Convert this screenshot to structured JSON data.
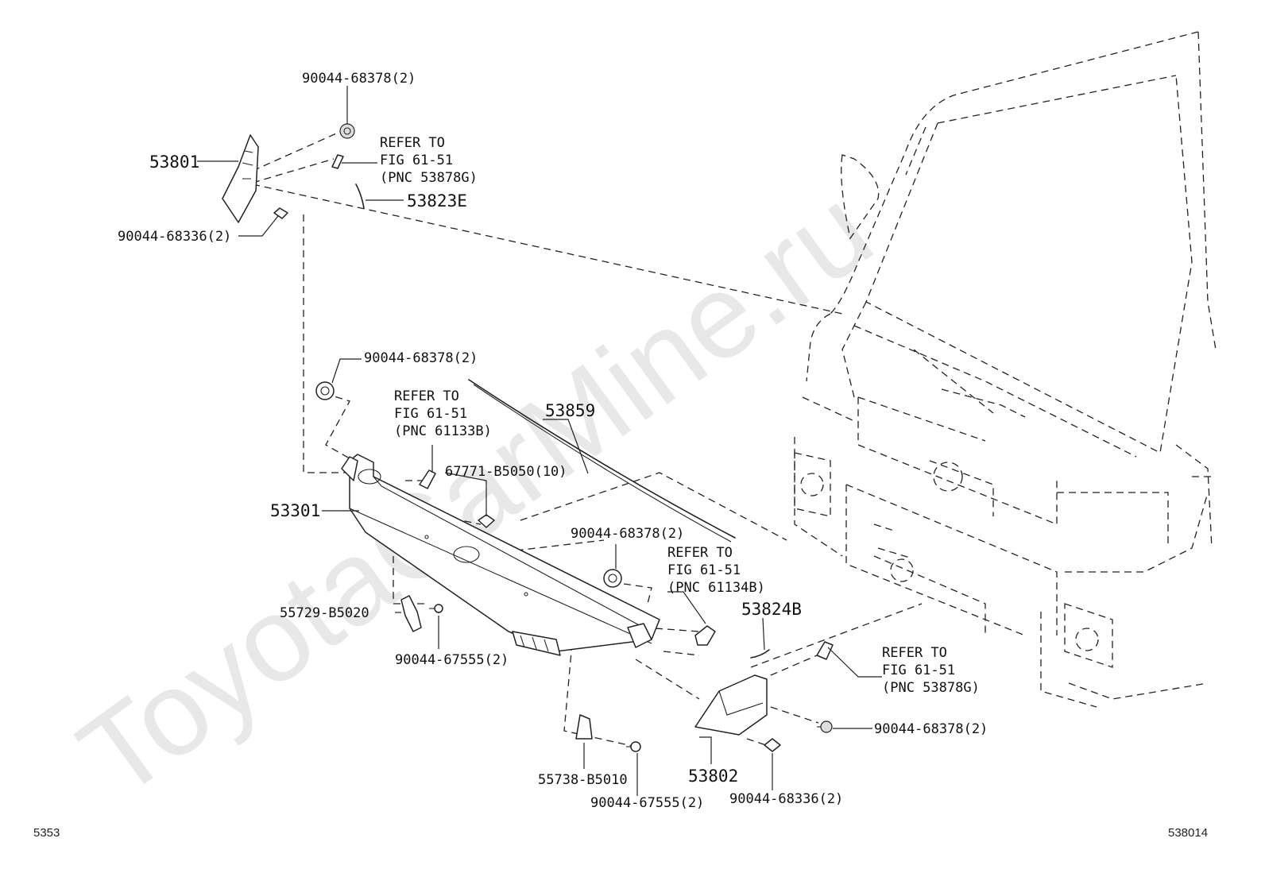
{
  "watermark": "ToyotaCarMine.ru",
  "corner": {
    "left": "5353",
    "right": "538014"
  },
  "labels": {
    "p90044_68378_top": "90044-68378(2)",
    "p53801": "53801",
    "ref_top_1": "REFER TO",
    "ref_top_2": "FIG 61-51",
    "ref_top_3": "(PNC 53878G)",
    "p53823E": "53823E",
    "p90044_68336_top": "90044-68336(2)",
    "p90044_68378_mid": "90044-68378(2)",
    "ref_mid_1": "REFER TO",
    "ref_mid_2": "FIG 61-51",
    "ref_mid_3": "(PNC 61133B)",
    "p53859": "53859",
    "p67771": "67771-B5050(10)",
    "p53301": "53301",
    "p90044_68378_cen": "90044-68378(2)",
    "ref_cen_1": "REFER TO",
    "ref_cen_2": "FIG 61-51",
    "ref_cen_3": "(PNC 61134B)",
    "p53824B": "53824B",
    "p55729": "55729-B5020",
    "p90044_67555_a": "90044-67555(2)",
    "ref_rt_1": "REFER TO",
    "ref_rt_2": "FIG 61-51",
    "ref_rt_3": "(PNC 53878G)",
    "p90044_68378_rt": "90044-68378(2)",
    "p55738": "55738-B5010",
    "p53802": "53802",
    "p90044_67555_b": "90044-67555(2)",
    "p90044_68336_b": "90044-68336(2)"
  }
}
